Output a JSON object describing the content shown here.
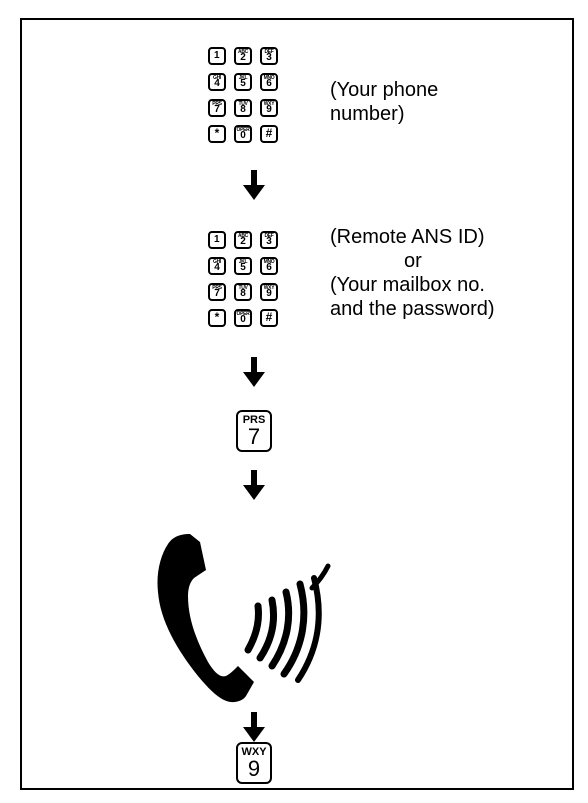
{
  "keypad_keys": [
    {
      "letters": "",
      "digit": "1"
    },
    {
      "letters": "ABC",
      "digit": "2"
    },
    {
      "letters": "DEF",
      "digit": "3"
    },
    {
      "letters": "GHI",
      "digit": "4"
    },
    {
      "letters": "JKL",
      "digit": "5"
    },
    {
      "letters": "MNO",
      "digit": "6"
    },
    {
      "letters": "PRS",
      "digit": "7"
    },
    {
      "letters": "TUV",
      "digit": "8"
    },
    {
      "letters": "WXY",
      "digit": "9"
    },
    {
      "letters": "",
      "digit": "*"
    },
    {
      "letters": "OPER",
      "digit": "0"
    },
    {
      "letters": "",
      "digit": "#"
    }
  ],
  "step1": {
    "label": "(Your phone\nnumber)",
    "label_line1": "(Your phone",
    "label_line2": "number)"
  },
  "step2": {
    "label_line1": "(Remote ANS ID)",
    "label_line2": "or",
    "label_line3": "(Your mailbox no.",
    "label_line4": "and the password)"
  },
  "step3": {
    "key_letters": "PRS",
    "key_digit": "7"
  },
  "step4": {
    "icon": "telephone-handset-icon"
  },
  "step5": {
    "key_letters": "WXY",
    "key_digit": "9"
  }
}
